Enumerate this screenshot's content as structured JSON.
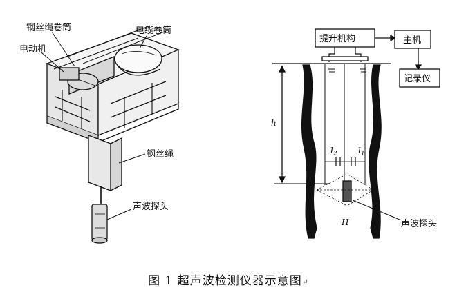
{
  "left_drawing": {
    "labels": {
      "wire_drum": "钢丝绳卷筒",
      "motor": "电动机",
      "cable_drum": "电缆卷筒",
      "wire_rope": "钢丝绳",
      "probe": "声波探头"
    }
  },
  "right_schematic": {
    "boxes": {
      "lift": "提升机构",
      "host": "主机",
      "recorder": "记录仪"
    },
    "symbols": {
      "depth": "h",
      "l2": "l",
      "l2_sub": "2",
      "l1": "l",
      "l1_sub": "1",
      "hole": "H"
    },
    "probe_label": "声波探头"
  },
  "caption": {
    "text": "图 1  超声波检测仪器示意图",
    "mark": "↵"
  }
}
